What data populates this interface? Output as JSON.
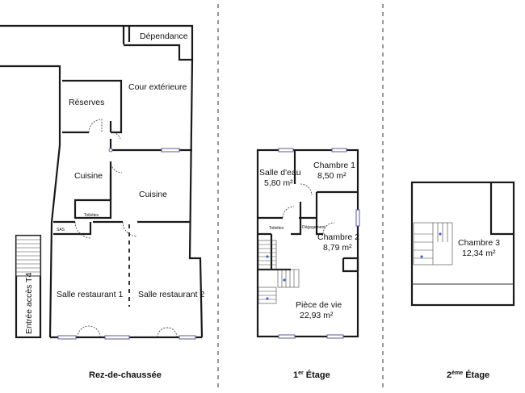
{
  "floors": {
    "ground": {
      "title": "Rez-de-chaussée",
      "rooms": {
        "dependance": "Dépendance",
        "cour": "Cour extérieure",
        "reserves": "Réserves",
        "cuisine1": "Cuisine",
        "cuisine2": "Cuisine",
        "toilettes": "Toilettes",
        "sas": "SAS",
        "salle1": "Salle restaurant 1",
        "salle2": "Salle restaurant 2",
        "entree": "Entrée accès T4"
      }
    },
    "first": {
      "title_main": "1",
      "title_sup": "er",
      "title_rest": " Étage",
      "rooms": {
        "salle_eau": "Salle d'eau",
        "salle_eau_area": "5,80 m²",
        "chambre1": "Chambre 1",
        "chambre1_area": "8,50 m²",
        "toilettes": "Toilettes",
        "degagement": "Dégagement",
        "chambre2": "Chambre 2",
        "chambre2_area": "8,79 m²",
        "piece_vie": "Pièce de vie",
        "piece_vie_area": "22,93 m²"
      }
    },
    "second": {
      "title_main": "2",
      "title_sup": "ème",
      "title_rest": " Étage",
      "rooms": {
        "chambre3": "Chambre 3",
        "chambre3_area": "12,34 m²"
      }
    }
  }
}
